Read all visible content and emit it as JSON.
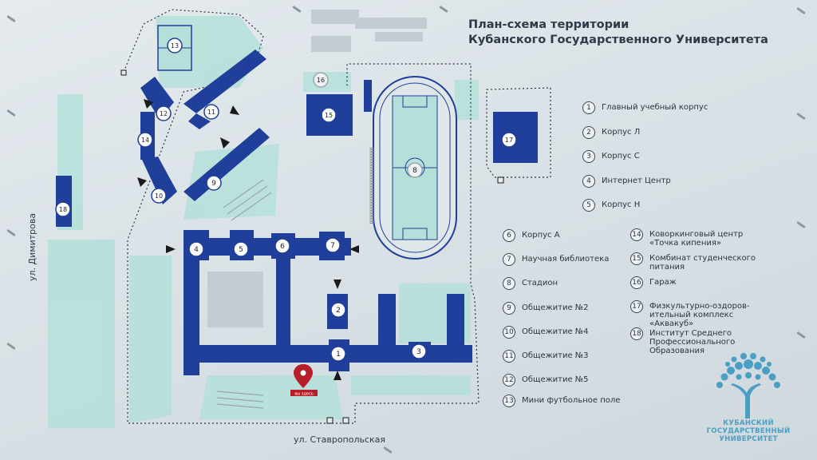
{
  "title": {
    "line1": "План-схема территории",
    "line2": "Кубанского Государственного Университета"
  },
  "streets": {
    "dimitrova": "ул. Димитрова",
    "stavropolskaya": "ул. Ставропольская"
  },
  "you_are_here": "вы здесь",
  "map_numbers": [
    "1",
    "2",
    "3",
    "4",
    "5",
    "6",
    "7",
    "8",
    "9",
    "10",
    "11",
    "12",
    "13",
    "14",
    "15",
    "16",
    "17",
    "18"
  ],
  "legend_left": [
    {
      "num": "1",
      "text": "Главный учебный корпус"
    },
    {
      "num": "2",
      "text": "Корпус Л"
    },
    {
      "num": "3",
      "text": "Корпус С"
    },
    {
      "num": "4",
      "text": "Интернет Центр"
    },
    {
      "num": "5",
      "text": "Корпус Н"
    }
  ],
  "legend_col1": [
    {
      "num": "6",
      "text": "Корпус А"
    },
    {
      "num": "7",
      "text": "Научная библиотека"
    },
    {
      "num": "8",
      "text": "Стадион"
    },
    {
      "num": "9",
      "text": "Общежитие №2"
    },
    {
      "num": "10",
      "text": "Общежитие №4"
    },
    {
      "num": "11",
      "text": "Общежитие №3"
    },
    {
      "num": "12",
      "text": "Общежитие №5"
    },
    {
      "num": "13",
      "text": "Мини футбольное поле"
    }
  ],
  "legend_col2": [
    {
      "num": "14",
      "line1": "Коворкинговый центр",
      "line2": "«Точка кипения»",
      "line3": ""
    },
    {
      "num": "15",
      "line1": "Комбинат студенческого",
      "line2": "питания",
      "line3": ""
    },
    {
      "num": "16",
      "line1": "Гараж",
      "line2": "",
      "line3": ""
    },
    {
      "num": "17",
      "line1": "Физкультурно-оздоров-",
      "line2": "ительный комплекс",
      "line3": "«Аквакуб»"
    },
    {
      "num": "18",
      "line1": "Институт Среднего",
      "line2": "Профессионального",
      "line3": "Образования"
    }
  ],
  "logo": {
    "line1": "КУБАНСКИЙ",
    "line2": "ГОСУДАРСТВЕННЫЙ",
    "line3": "УНИВЕРСИТЕТ",
    "icon": "tree-logo-icon"
  },
  "colors": {
    "building": "#1f3f9a",
    "green": "#a9dcd6",
    "marker": "#b81d2a",
    "text": "#2b3440",
    "logo": "#4b9ec4"
  }
}
